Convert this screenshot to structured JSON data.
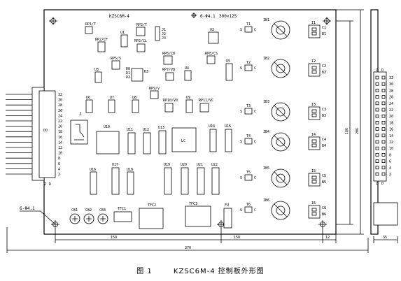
{
  "board": {
    "title": "KZSC6M-4",
    "hole_note": "6-Φ4.1",
    "size_note": "300×125",
    "hole_callout": "6-Φ4.1"
  },
  "connector": {
    "label": "DO",
    "bottom_labels": [
      "Z",
      "D"
    ],
    "pins": [
      "32",
      "30",
      "28",
      "26",
      "24",
      "22",
      "20",
      "18",
      "16",
      "14",
      "12",
      "10",
      "8",
      "6",
      "4",
      "2"
    ]
  },
  "side_view": {
    "top_labels": [
      "Z",
      "D"
    ],
    "bottom_labels": [
      "Z",
      "D"
    ],
    "pins": [
      "32",
      "30",
      "28",
      "26",
      "24",
      "22",
      "20",
      "18",
      "16",
      "14",
      "12",
      "10",
      "8",
      "6",
      "4",
      "2"
    ],
    "width_label": "35"
  },
  "parts": {
    "rp1": "RP1/T",
    "rp2": "RP2/T",
    "rp3": "RP2/CF",
    "rp4": "RP2/CL",
    "u1": "U1",
    "u2": "U2",
    "u3": "U3",
    "u4": "U4",
    "u5": "U5",
    "u6": "U6",
    "u7": "U7",
    "u8": "U8",
    "u9": "U9",
    "u10": "U10",
    "u11": "U11",
    "u12": "U12",
    "u13": "U13",
    "u14": "U14",
    "u15": "U15",
    "u16": "U16",
    "u17": "U17",
    "u18": "U18",
    "u19": "U19",
    "u20": "U20",
    "u21": "U21",
    "u22": "U22",
    "lc": "LC",
    "j": "J",
    "rp5": "RP5/S",
    "rp6": "RP6/C8",
    "rp7": "RP7/V8",
    "rp8": "RP8/CS",
    "rp9": "RP9/V",
    "rp10": "RP10/V0",
    "rp11": "RP11/VC",
    "jumpers": [
      "J1",
      "J2",
      "J3"
    ],
    "diodes": [
      "D0",
      "D1",
      "D2",
      "D3"
    ],
    "cb1": "CB1",
    "cb2": "CB2",
    "cb3": "CB3",
    "tfc1": "TFC1",
    "tfc2": "TFC2",
    "tfc3": "TFC3",
    "fu": "FU"
  },
  "channels": [
    {
      "t": "T1",
      "ib": "IB1",
      "i": "I1",
      "c": "C1",
      "b": "B1",
      "s": "S",
      "cc": "C"
    },
    {
      "t": "T2",
      "ib": "IB2",
      "i": "I2",
      "c": "C2",
      "b": "B2",
      "s": "S",
      "cc": "C"
    },
    {
      "t": "T3",
      "ib": "IB3",
      "i": "I3",
      "c": "C3",
      "b": "B3",
      "s": "S",
      "cc": "C"
    },
    {
      "t": "T4",
      "ib": "IB4",
      "i": "I4",
      "c": "C4",
      "b": "B4",
      "s": "S",
      "cc": "C"
    },
    {
      "t": "T5",
      "ib": "IB5",
      "i": "I5",
      "c": "C5",
      "b": "B5",
      "s": "S",
      "cc": "C"
    },
    {
      "t": "T6",
      "ib": "IB6",
      "i": "I6",
      "c": "C6",
      "b": "B6",
      "s": "S",
      "cc": "C"
    }
  ],
  "dimensions": {
    "left_span": "150",
    "right_span": "150",
    "edge": "12",
    "total": "370",
    "height_inner": "186",
    "height_outer": "206"
  },
  "caption": {
    "fig": "图 1",
    "title": "KZSC6M-4 控制板外形图"
  }
}
